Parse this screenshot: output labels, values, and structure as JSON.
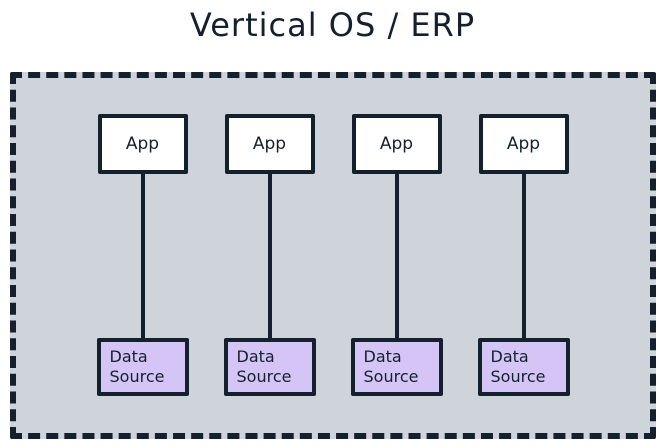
{
  "title": "Vertical OS / ERP",
  "diagram": {
    "columns": [
      {
        "app_label": "App",
        "source_label": "Data\nSource"
      },
      {
        "app_label": "App",
        "source_label": "Data\nSource"
      },
      {
        "app_label": "App",
        "source_label": "Data\nSource"
      },
      {
        "app_label": "App",
        "source_label": "Data\nSource"
      }
    ]
  },
  "colors": {
    "ink": "#14202e",
    "panel-fill": "#ced4da",
    "app-fill": "#ffffff",
    "source-fill": "#d5c5f6",
    "page-bg": "#ffffff"
  }
}
